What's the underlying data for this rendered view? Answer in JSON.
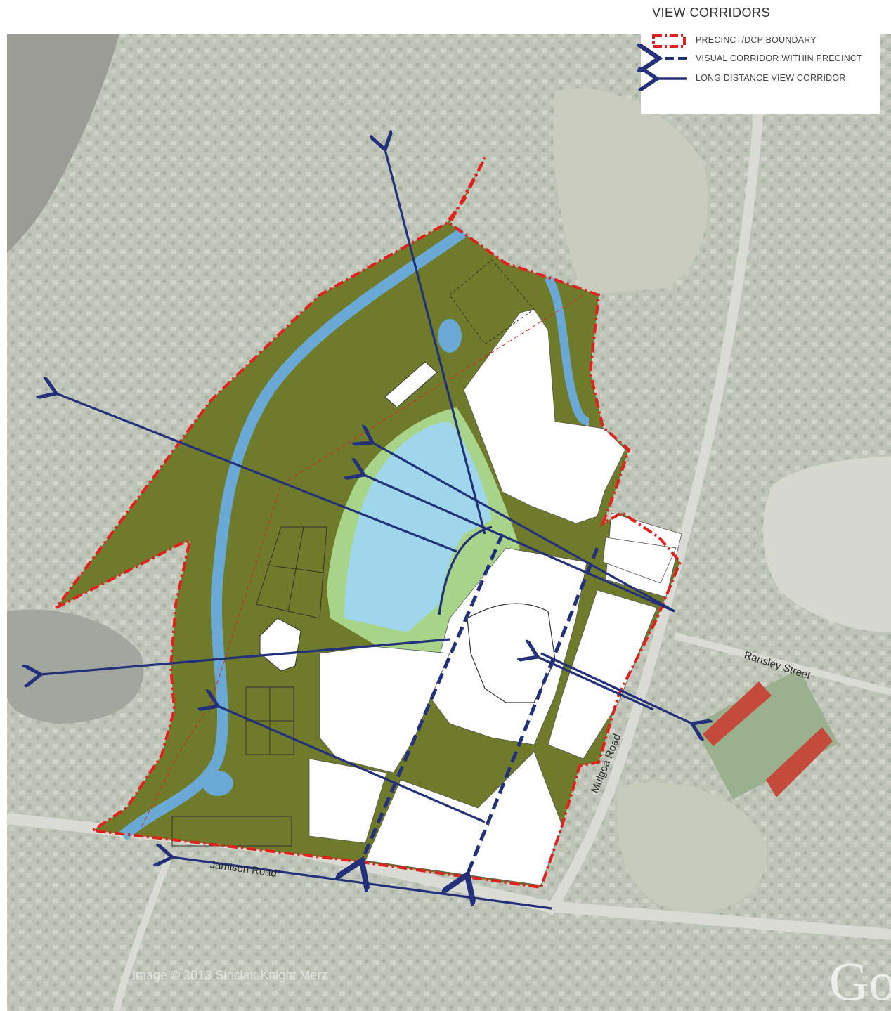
{
  "legend": {
    "title": "VIEW CORRIDORS",
    "items": [
      {
        "label": "PRECINCT/DCP BOUNDARY",
        "symbol": "boundary",
        "color": "#e0211e"
      },
      {
        "label": "VISUAL CORRIDOR WITHIN PRECINCT",
        "symbol": "dashed-arrow",
        "color": "#22317a"
      },
      {
        "label": "LONG DISTANCE VIEW CORRIDOR",
        "symbol": "solid-arrow",
        "color": "#22317a"
      }
    ]
  },
  "streets": {
    "ransley": "Ransley Street",
    "mulgoa": "Mulgoa Road",
    "jamison": "Jamison Road"
  },
  "credit": "Image © 2013 Sinclair Knight Merz",
  "brand": "Go",
  "colors": {
    "parkland": "#6f7a2a",
    "green_open_space": "#a8d48a",
    "water": "#9fd6ec",
    "creek": "#6aa9d6",
    "boundary": "#e0211e",
    "corridor": "#22317a",
    "aerial": "#b9bfb4"
  }
}
